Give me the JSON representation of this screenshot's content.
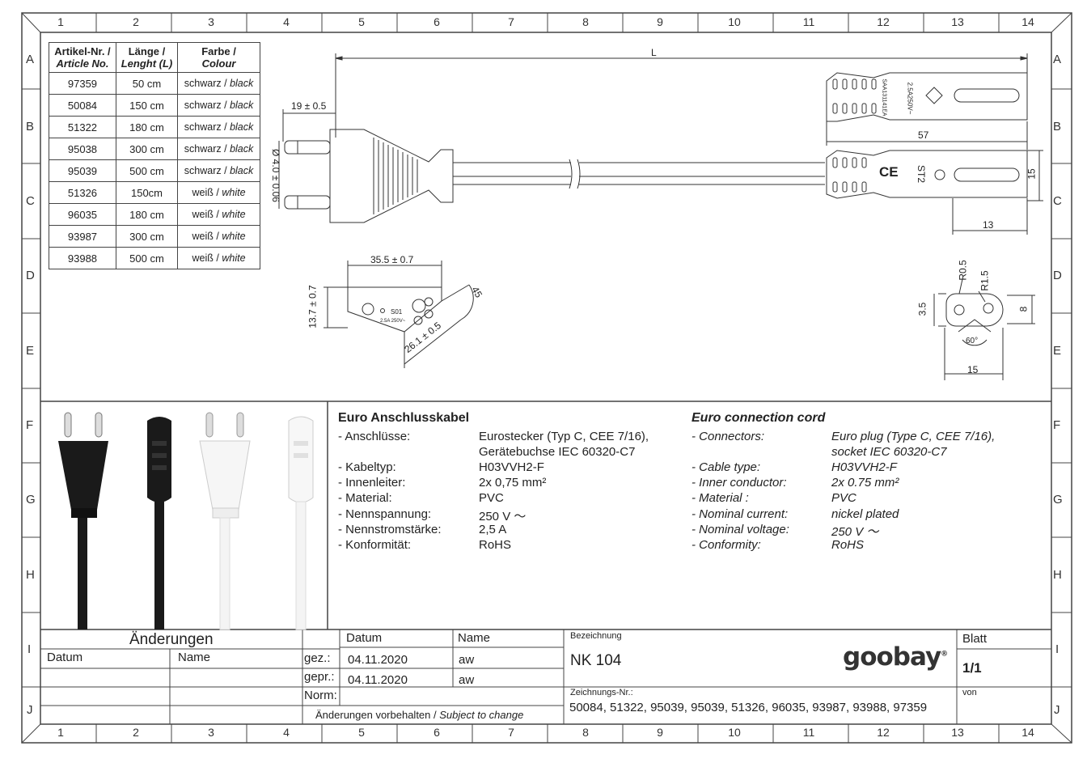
{
  "frame": {
    "columns": [
      "1",
      "2",
      "3",
      "4",
      "5",
      "6",
      "7",
      "8",
      "9",
      "10",
      "11",
      "12",
      "13",
      "14"
    ],
    "rows": [
      "A",
      "B",
      "C",
      "D",
      "E",
      "F",
      "G",
      "H",
      "I",
      "J"
    ]
  },
  "article_table": {
    "headers": [
      {
        "de": "Artikel-Nr. /",
        "en": "Article No."
      },
      {
        "de": "Länge /",
        "en": "Lenght (L)"
      },
      {
        "de": "Farbe /",
        "en": "Colour"
      }
    ],
    "rows": [
      {
        "no": "97359",
        "len": "50 cm",
        "de": "schwarz",
        "en": "black"
      },
      {
        "no": "50084",
        "len": "150 cm",
        "de": "schwarz",
        "en": "black"
      },
      {
        "no": "51322",
        "len": "180 cm",
        "de": "schwarz",
        "en": "black"
      },
      {
        "no": "95038",
        "len": "300 cm",
        "de": "schwarz",
        "en": "black"
      },
      {
        "no": "95039",
        "len": "500 cm",
        "de": "schwarz",
        "en": "black"
      },
      {
        "no": "51326",
        "len": "150cm",
        "de": "weiß",
        "en": "white"
      },
      {
        "no": "96035",
        "len": "180 cm",
        "de": "weiß",
        "en": "white"
      },
      {
        "no": "93987",
        "len": "300 cm",
        "de": "weiß",
        "en": "white"
      },
      {
        "no": "93988",
        "len": "500 cm",
        "de": "weiß",
        "en": "white"
      }
    ]
  },
  "drawing": {
    "length_label": "L",
    "dim_19": "19 ± 0.5",
    "dim_4": "Ø 4.0 ± 0.06",
    "dim_57": "57",
    "dim_15": "15",
    "dim_13": "13",
    "dim_355": "35.5 ± 0.7",
    "dim_137": "13.7 ± 0.7",
    "dim_261": "26.1 ± 0.5",
    "dim_45": "45",
    "plug_code": "S01",
    "plug_rating": "2.5A 250V~",
    "socket_rating_top": "2.5A250V~",
    "socket_mark": "ST2",
    "socket_small": "SAA131141EA",
    "ce": "CE",
    "dim_r05": "R0.5",
    "dim_r15": "R1.5",
    "dim_35": "3.5",
    "dim_8": "8",
    "dim_60": "60°",
    "dim_15b": "15"
  },
  "description": {
    "de": {
      "title": "Euro Anschlusskabel",
      "items": [
        {
          "k": "- Anschlüsse:",
          "v": "Eurostecker (Typ C, CEE 7/16),",
          "v2": "Gerätebuchse IEC 60320-C7"
        },
        {
          "k": "- Kabeltyp:",
          "v": "H03VVH2-F"
        },
        {
          "k": "- Innenleiter:",
          "v": "2x 0,75 mm²"
        },
        {
          "k": "- Material:",
          "v": "PVC"
        },
        {
          "k": "- Nennspannung:",
          "v": "250 V ～"
        },
        {
          "k": "- Nennstromstärke:",
          "v": "2,5 A"
        },
        {
          "k": "- Konformität:",
          "v": "RoHS"
        }
      ]
    },
    "en": {
      "title": "Euro connection cord",
      "items": [
        {
          "k": "- Connectors:",
          "v": "Euro plug (Type C, CEE 7/16),",
          "v2": "socket IEC 60320-C7"
        },
        {
          "k": "- Cable type:",
          "v": "H03VVH2-F"
        },
        {
          "k": "- Inner conductor:",
          "v": "2x 0.75 mm²"
        },
        {
          "k": "- Material :",
          "v": "PVC"
        },
        {
          "k": "- Nominal current:",
          "v": "nickel plated"
        },
        {
          "k": "- Nominal voltage:",
          "v": "250 V ～"
        },
        {
          "k": "- Conformity:",
          "v": "RoHS"
        }
      ]
    }
  },
  "title_block": {
    "changes": "Änderungen",
    "datum": "Datum",
    "name": "Name",
    "datum2": "Datum",
    "name2": "Name",
    "gez": "gez.:",
    "gez_date": "04.11.2020",
    "gez_name": "aw",
    "gepr": "gepr.:",
    "gepr_date": "04.11.2020",
    "gepr_name": "aw",
    "norm": "Norm:",
    "subject_de": "Änderungen vorbehalten / ",
    "subject_en": "Subject to change",
    "bezeichnung_label": "Bezeichnung",
    "bezeichnung": "NK 104",
    "logo": "goobay",
    "logo_reg": "®",
    "blatt_label": "Blatt",
    "blatt": "1/1",
    "von": "von",
    "zeichnung_label": "Zeichnungs-Nr.:",
    "zeichnung": "50084, 51322, 95039, 95039, 51326, 96035, 93987, 93988, 97359"
  },
  "colors": {
    "line": "#444444",
    "black_cable": "#1a1a1a",
    "white_cable": "#f2f2f2"
  }
}
